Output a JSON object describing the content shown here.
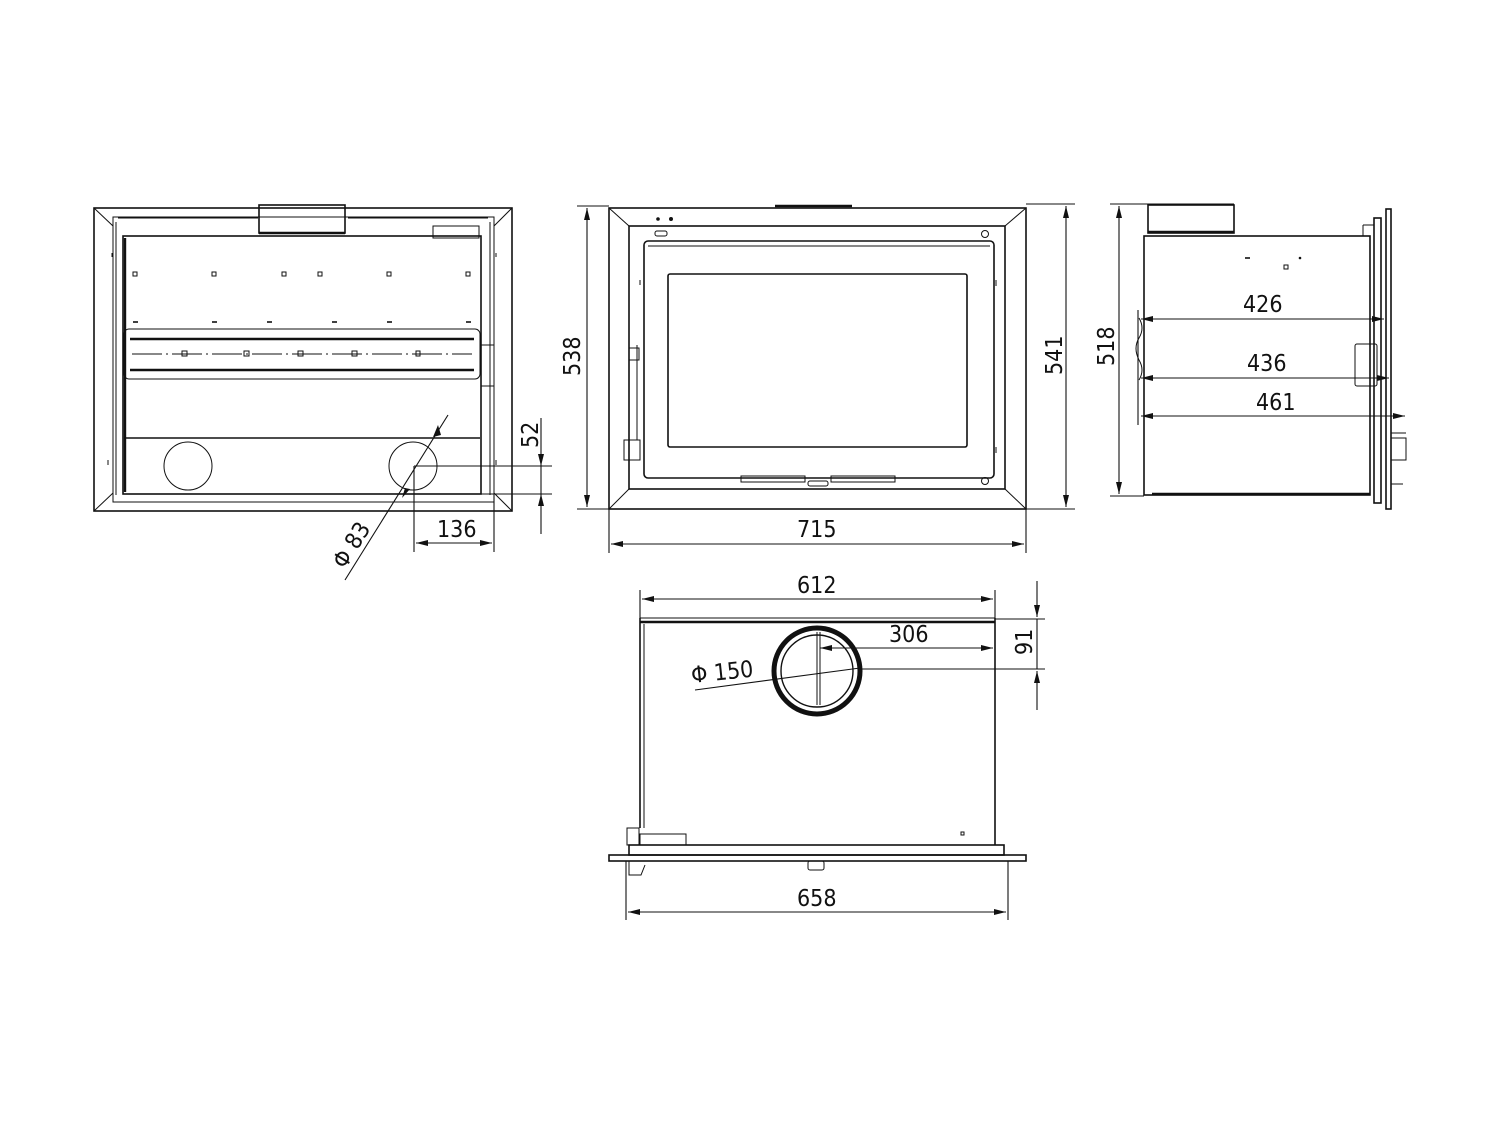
{
  "drawing": {
    "subject": "Fireplace insert dimensional drawing",
    "line_color": "#111111",
    "background": "#ffffff"
  },
  "views": {
    "rear": {
      "dims": {
        "outlet_diameter": "Φ 83",
        "outlet_offset_horizontal": "136",
        "outlet_offset_vertical": "52"
      }
    },
    "front": {
      "dims": {
        "height_left": "538",
        "height_right": "541",
        "width": "715"
      }
    },
    "side": {
      "dims": {
        "height": "518",
        "depth_1": "426",
        "depth_2": "436",
        "depth_3": "461"
      }
    },
    "top": {
      "dims": {
        "body_width": "612",
        "flue_offset": "306",
        "flue_diameter": "Φ 150",
        "flue_depth_offset": "91",
        "frame_width": "658"
      }
    }
  }
}
